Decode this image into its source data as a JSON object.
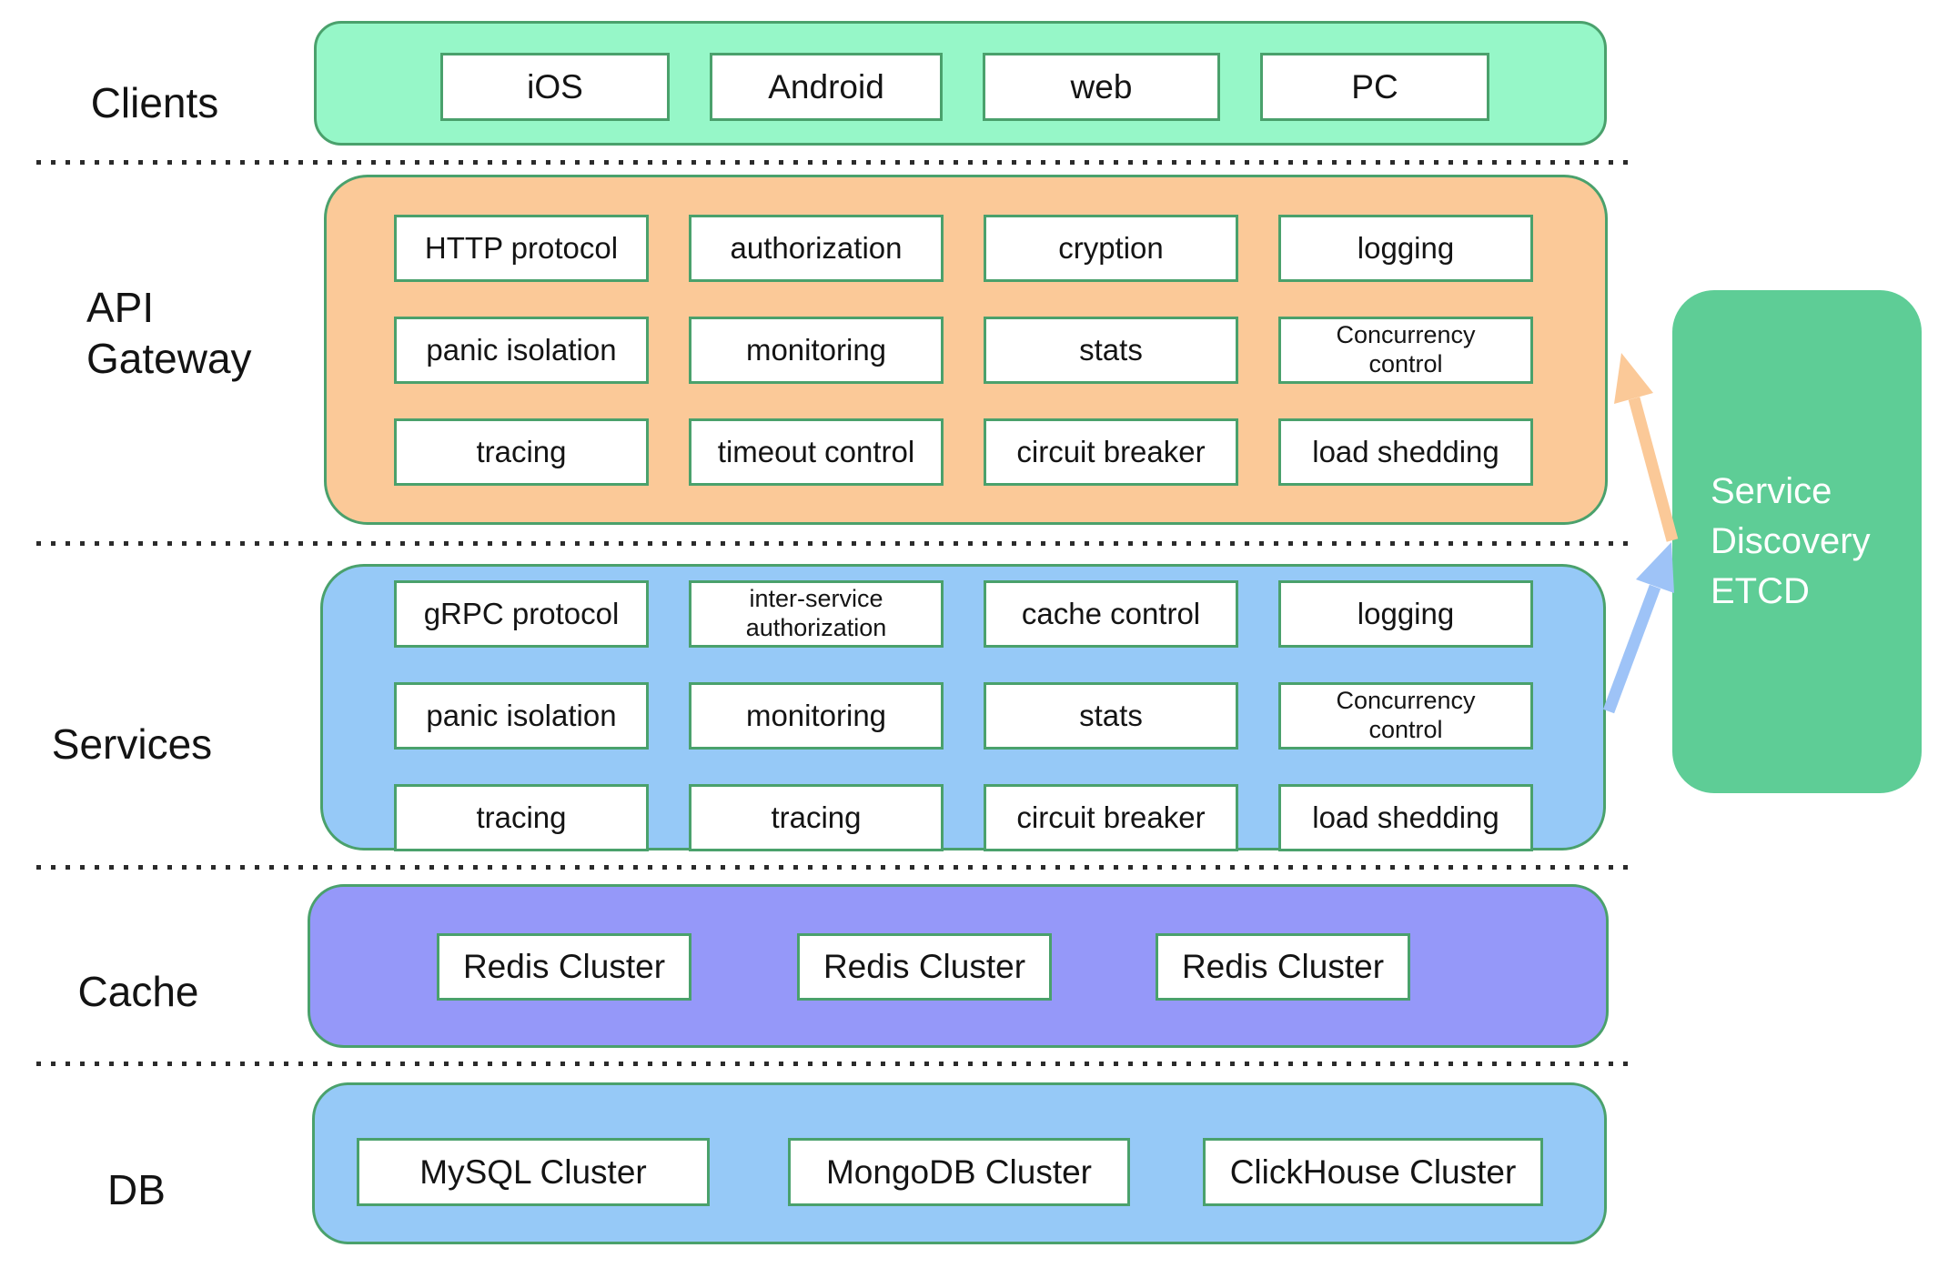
{
  "labels": {
    "clients": "Clients",
    "api_gateway": "API\nGateway",
    "services": "Services",
    "cache": "Cache",
    "db": "DB"
  },
  "clients": {
    "items": [
      "iOS",
      "Android",
      "web",
      "PC"
    ]
  },
  "api_gateway": {
    "rows": [
      [
        "HTTP protocol",
        "authorization",
        "cryption",
        "logging"
      ],
      [
        "panic isolation",
        "monitoring",
        "stats",
        "Concurrency\ncontrol"
      ],
      [
        "tracing",
        "timeout control",
        "circuit breaker",
        "load shedding"
      ]
    ]
  },
  "services": {
    "rows": [
      [
        "gRPC protocol",
        "inter-service\nauthorization",
        "cache control",
        "logging"
      ],
      [
        "panic isolation",
        "monitoring",
        "stats",
        "Concurrency\ncontrol"
      ],
      [
        "tracing",
        "tracing",
        "circuit breaker",
        "load shedding"
      ]
    ]
  },
  "cache": {
    "items": [
      "Redis Cluster",
      "Redis Cluster",
      "Redis Cluster"
    ]
  },
  "db": {
    "items": [
      "MySQL Cluster",
      "MongoDB Cluster",
      "ClickHouse Cluster"
    ]
  },
  "etcd": {
    "label": "Service\nDiscovery\nETCD"
  },
  "colors": {
    "clients_fill": "#96F7C8",
    "api_gateway_fill": "#FBC998",
    "services_fill": "#96C9F7",
    "cache_fill": "#9598F9",
    "db_fill": "#96C9F7",
    "etcd_fill": "#5ECD96",
    "box_border": "#4AA16C",
    "arrow_orange": "#FBC998",
    "arrow_blue": "#9EC3F7",
    "text": "#141414",
    "etcd_text": "#ffffff"
  }
}
